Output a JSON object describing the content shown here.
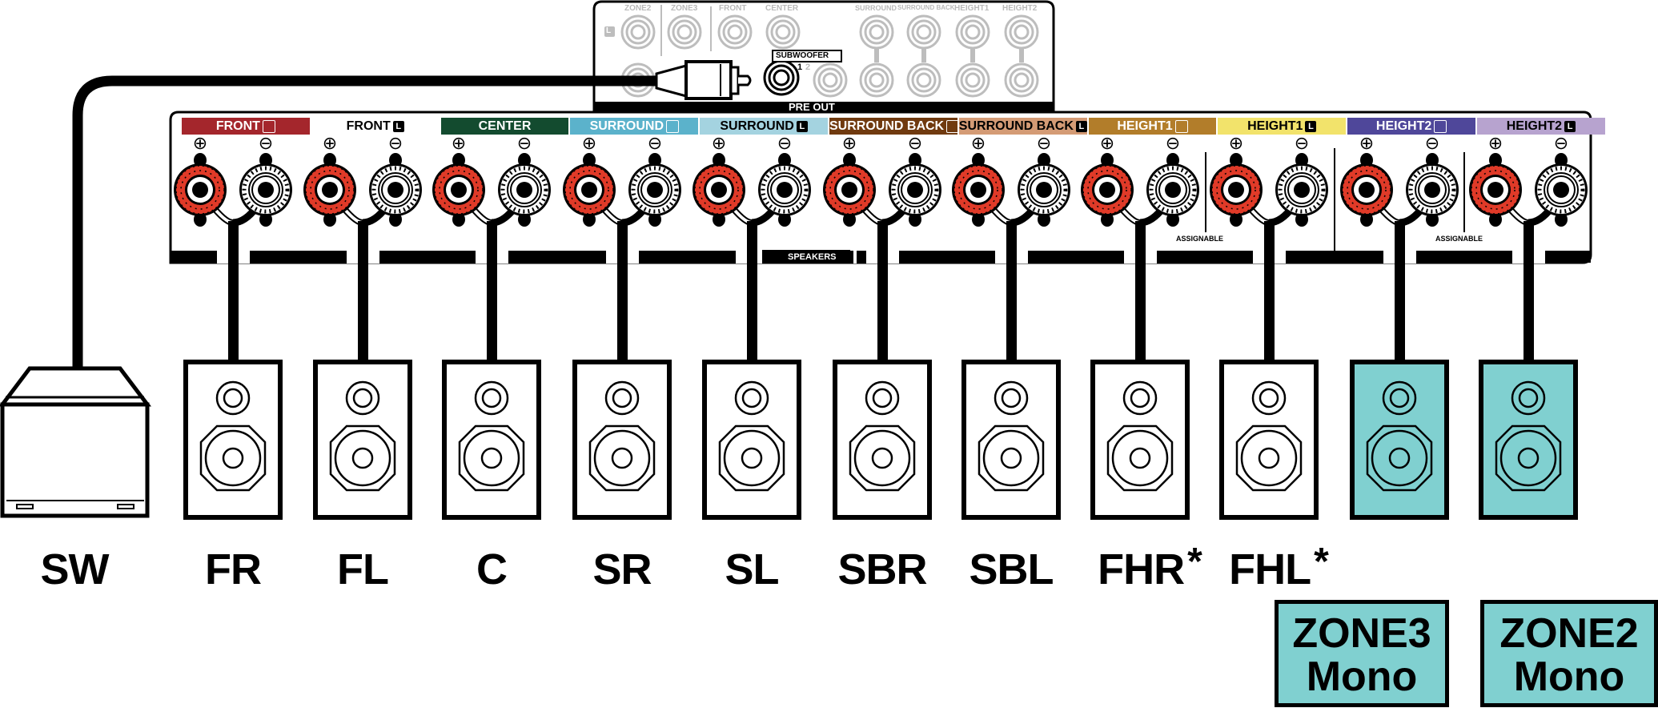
{
  "receiver": {
    "preout_title": "PRE OUT",
    "speakers_title": "SPEAKERS",
    "subwoofer_label": "SUBWOOFER",
    "subwoofer_jack_numbers": [
      "1",
      "2"
    ],
    "preout_channel_marker": "L",
    "preout_jacks": [
      "ZONE2",
      "ZONE3",
      "FRONT",
      "CENTER",
      "SURROUND",
      "SURROUND BACK",
      "HEIGHT1",
      "HEIGHT2"
    ],
    "assignable_label": "ASSIGNABLE",
    "polarity": {
      "plus": "⊕",
      "minus": "⊖"
    },
    "terminals": [
      {
        "name": "FRONT",
        "side": "R",
        "color": "#a4262c",
        "text_color": "#ffffff"
      },
      {
        "name": "FRONT",
        "side": "L",
        "color": "#ffffff",
        "text_color": "#000000"
      },
      {
        "name": "CENTER",
        "side": "",
        "color": "#134b2f",
        "text_color": "#ffffff"
      },
      {
        "name": "SURROUND",
        "side": "R",
        "color": "#5bb2cb",
        "text_color": "#ffffff"
      },
      {
        "name": "SURROUND",
        "side": "L",
        "color": "#a4d3e0",
        "text_color": "#000000"
      },
      {
        "name": "SURROUND BACK",
        "side": "R",
        "color": "#703a0f",
        "text_color": "#ffffff"
      },
      {
        "name": "SURROUND BACK",
        "side": "L",
        "color": "#d49b75",
        "text_color": "#000000"
      },
      {
        "name": "HEIGHT1",
        "side": "R",
        "color": "#b27d2a",
        "text_color": "#ffffff"
      },
      {
        "name": "HEIGHT1",
        "side": "L",
        "color": "#f2e36b",
        "text_color": "#000000"
      },
      {
        "name": "HEIGHT2",
        "side": "R",
        "color": "#4f479a",
        "text_color": "#ffffff"
      },
      {
        "name": "HEIGHT2",
        "side": "L",
        "color": "#b7a3cf",
        "text_color": "#000000"
      }
    ]
  },
  "speakers": [
    {
      "label": "SW",
      "type": "subwoofer",
      "asterisk": false
    },
    {
      "label": "FR",
      "type": "bookshelf",
      "asterisk": false
    },
    {
      "label": "FL",
      "type": "bookshelf",
      "asterisk": false
    },
    {
      "label": "C",
      "type": "bookshelf",
      "asterisk": false
    },
    {
      "label": "SR",
      "type": "bookshelf",
      "asterisk": false
    },
    {
      "label": "SL",
      "type": "bookshelf",
      "asterisk": false
    },
    {
      "label": "SBR",
      "type": "bookshelf",
      "asterisk": false
    },
    {
      "label": "SBL",
      "type": "bookshelf",
      "asterisk": false
    },
    {
      "label": "FHR",
      "type": "bookshelf",
      "asterisk": true
    },
    {
      "label": "FHL",
      "type": "bookshelf",
      "asterisk": true
    },
    {
      "label": "",
      "type": "zone",
      "asterisk": false
    },
    {
      "label": "",
      "type": "zone",
      "asterisk": false
    }
  ],
  "asterisk": "*",
  "zones": [
    {
      "line1": "ZONE3",
      "line2": "Mono"
    },
    {
      "line1": "ZONE2",
      "line2": "Mono"
    }
  ],
  "colors": {
    "zone_fill": "#80d0d0",
    "terminal_red": "#e03a28",
    "preout_grey": "#b9b9b9"
  }
}
